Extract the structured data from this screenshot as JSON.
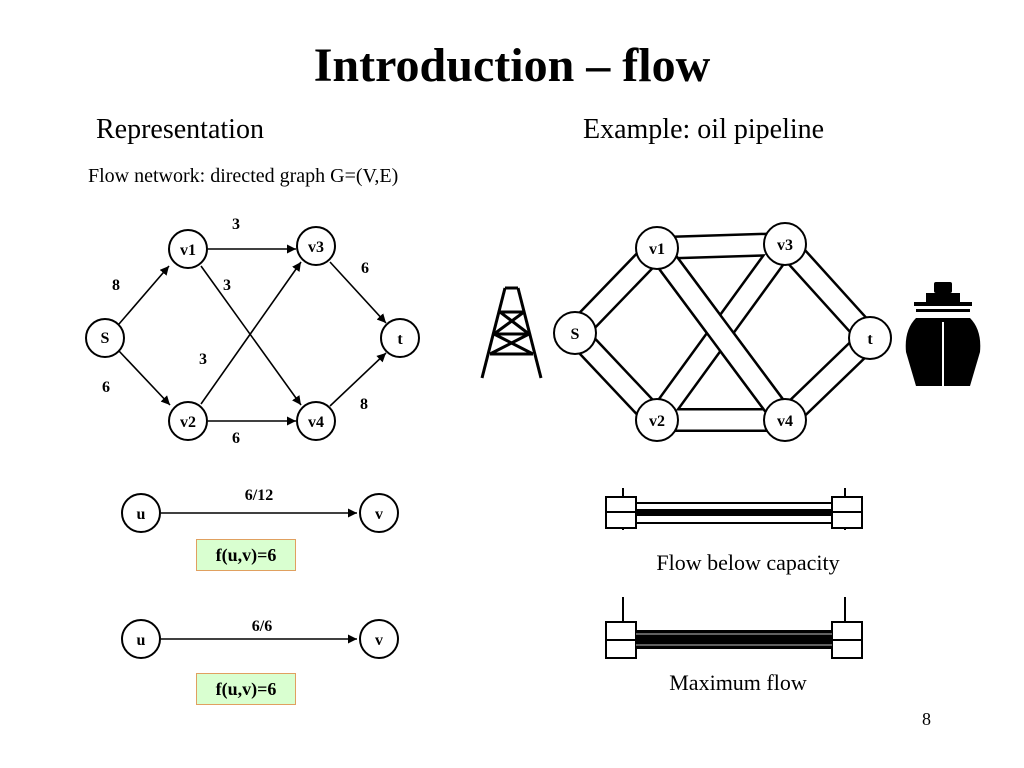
{
  "slide": {
    "title": "Introduction – flow",
    "left_heading": "Representation",
    "right_heading": "Example: oil pipeline",
    "subtitle": "Flow network: directed graph G=(V,E)",
    "page_number": "8"
  },
  "graph": {
    "nodes": {
      "s": "S",
      "v1": "v1",
      "v2": "v2",
      "v3": "v3",
      "v4": "v4",
      "t": "t"
    },
    "edges": [
      {
        "from": "S",
        "to": "v1",
        "capacity": "8"
      },
      {
        "from": "S",
        "to": "v2",
        "capacity": "6"
      },
      {
        "from": "v1",
        "to": "v3",
        "capacity": "3"
      },
      {
        "from": "v1",
        "to": "v4",
        "capacity": "3"
      },
      {
        "from": "v2",
        "to": "v3",
        "capacity": "3"
      },
      {
        "from": "v2",
        "to": "v4",
        "capacity": "6"
      },
      {
        "from": "v3",
        "to": "t",
        "capacity": "6"
      },
      {
        "from": "v4",
        "to": "t",
        "capacity": "8"
      }
    ]
  },
  "examples": [
    {
      "u": "u",
      "v": "v",
      "edge_label": "6/12",
      "flow_label": "f(u,v)=6"
    },
    {
      "u": "u",
      "v": "v",
      "edge_label": "6/6",
      "flow_label": "f(u,v)=6"
    }
  ],
  "pipeline": {
    "nodes": {
      "s": "S",
      "v1": "v1",
      "v2": "v2",
      "v3": "v3",
      "v4": "v4",
      "t": "t"
    },
    "caption_below_capacity": "Flow below capacity",
    "caption_max_flow": "Maximum flow",
    "icons": [
      "oil-derrick-icon",
      "ship-icon"
    ]
  },
  "colors": {
    "flow_box_fill": "#d9ffd0",
    "flow_box_border": "#e0a060"
  }
}
